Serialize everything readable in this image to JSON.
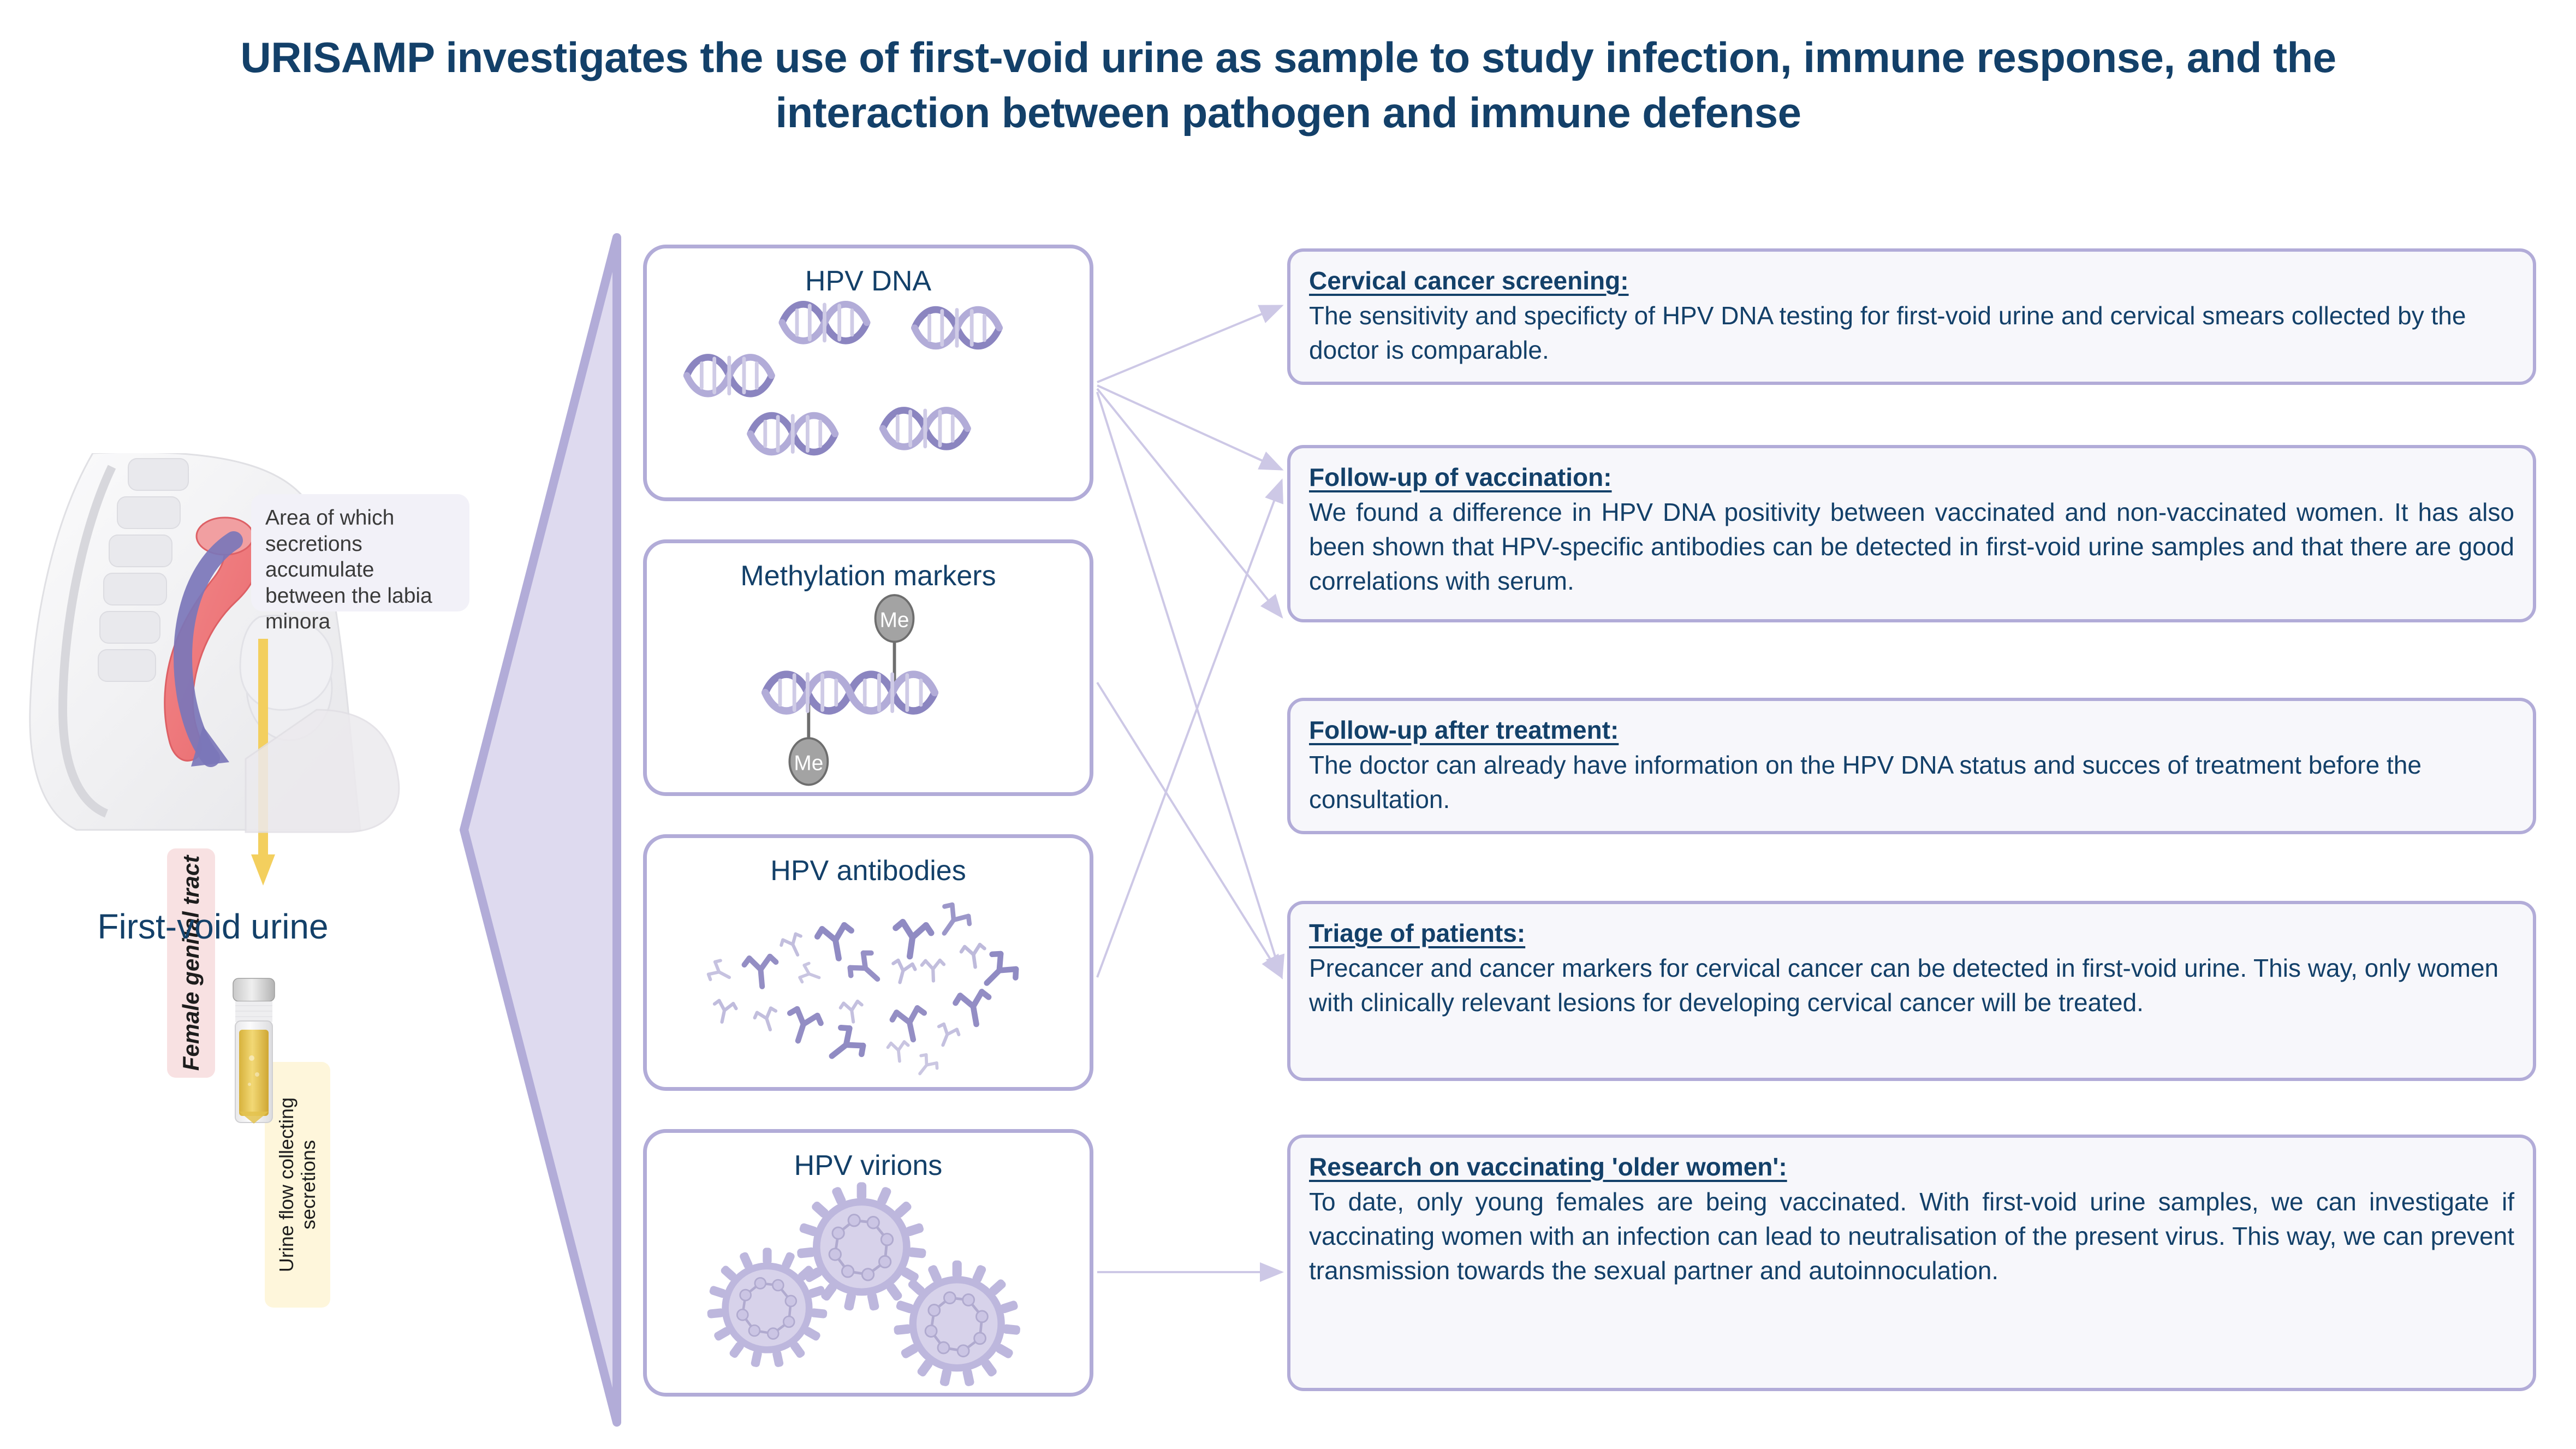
{
  "title": "URISAMP investigates the use of first-void urine as sample to study infection, immune response, and the interaction between pathogen and immune defense",
  "colors": {
    "navy": "#134069",
    "lavender_border": "#b2acd8",
    "lavender_fill": "#dedaef",
    "box_fill": "#f7f7fb",
    "callout_fill": "#f2f1f8",
    "urine_yellow": "#e8c44f",
    "genital_pink": "#f4ced0",
    "dna_purple": "#8b85c0",
    "me_gray": "#a3a3a3"
  },
  "left_panel": {
    "callout_text": "Area of which secretions accumulate between the labia minora",
    "genital_tract_label": "Female genital tract",
    "urine_flow_label": "Urine flow collecting\nsecretions",
    "sample_label": "First-void urine",
    "vial_name": "urine-sample-vial"
  },
  "markers": [
    {
      "id": "hpv-dna",
      "label": "HPV DNA",
      "art": "dna-helices"
    },
    {
      "id": "methylation-markers",
      "label": "Methylation markers",
      "art": "methylated-dna",
      "me_label": "Me"
    },
    {
      "id": "hpv-antibodies",
      "label": "HPV antibodies",
      "art": "antibodies"
    },
    {
      "id": "hpv-virions",
      "label": "HPV virions",
      "art": "virions"
    }
  ],
  "applications": [
    {
      "id": "cervical-cancer-screening",
      "heading": "Cervical cancer screening: ",
      "body": "The sensitivity and specificty of HPV DNA testing for first-void urine and cervical smears collected by the doctor is comparable.",
      "justified": false
    },
    {
      "id": "follow-up-of-vaccination",
      "heading": "Follow-up of vaccination:",
      "body": "We found a difference in HPV DNA positivity between vaccinated and non-vaccinated women. It has also been shown that HPV-specific antibodies can be detected in first-void urine samples and that there are good correlations with serum.",
      "justified": true
    },
    {
      "id": "follow-up-after-treatment",
      "heading": "Follow-up after treatment: ",
      "body": "The doctor can already have information on the HPV DNA status and succes of treatment before the consultation.",
      "justified": false
    },
    {
      "id": "triage-of-patients",
      "heading": "Triage of patients: ",
      "body": "Precancer and cancer markers for cervical cancer can be detected in first-void urine. This way, only women with clinically relevant lesions for developing cervical cancer will be treated.",
      "justified": false
    },
    {
      "id": "research-on-vaccinating-older-women",
      "heading": "Research on vaccinating 'older women': ",
      "body": "To date, only young females are being vaccinated. With first-void urine samples, we can investigate if vaccinating women with an infection can lead to neutralisation of the present virus. This way, we can prevent transmission towards the sexual partner and autoinnoculation.",
      "justified": true
    }
  ],
  "connections": [
    {
      "from": "hpv-dna",
      "to": "cervical-cancer-screening"
    },
    {
      "from": "hpv-dna",
      "to": "follow-up-of-vaccination"
    },
    {
      "from": "hpv-dna",
      "to": "follow-up-after-treatment"
    },
    {
      "from": "hpv-dna",
      "to": "triage-of-patients"
    },
    {
      "from": "methylation-markers",
      "to": "triage-of-patients"
    },
    {
      "from": "hpv-antibodies",
      "to": "follow-up-of-vaccination"
    },
    {
      "from": "hpv-virions",
      "to": "research-on-vaccinating-older-women"
    }
  ]
}
